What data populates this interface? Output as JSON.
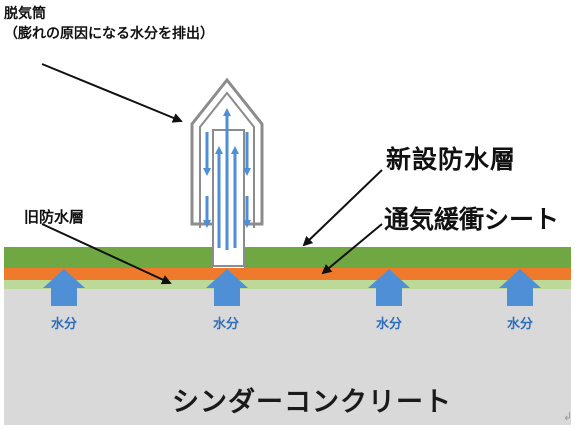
{
  "labels": {
    "vent_title": "脱気筒",
    "vent_subtitle": "（膨れの原因になる水分を排出）",
    "new_layer": "新設防水層",
    "sheet": "通気緩衝シート",
    "old_layer": "旧防水層",
    "base": "シンダーコンクリート",
    "vapor": [
      "水分",
      "水分",
      "水分",
      "水分"
    ],
    "corner_mark": "↲"
  },
  "colors": {
    "new_layer": "#6fa842",
    "sheet": "#ef7a2c",
    "old_layer": "#bcd99a",
    "base": "#d9d9d9",
    "arrow": "#4f8fd6",
    "vapor_text": "#2f6fb8",
    "pipe_stroke": "#8c8c8c",
    "leader_line": "#111111"
  },
  "icons": {
    "vapor_arrow": "up-arrow-icon",
    "leader": "arrow-line-icon"
  }
}
